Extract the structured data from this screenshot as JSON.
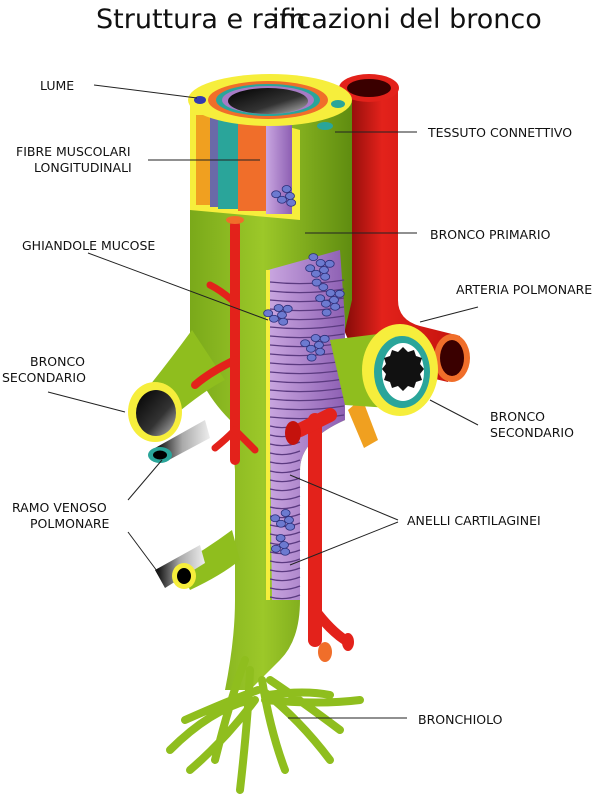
{
  "title_part1": "Struttura e ram",
  "title_part2": "ificazioni del bronco",
  "labels": {
    "lume": "LUME",
    "fibre_1": "FIBRE  MUSCOLARI",
    "fibre_2": "LONGITUDINALI",
    "ghiandole": "GHIANDOLE  MUCOSE",
    "bronco_sec_left_1": "BRONCO",
    "bronco_sec_left_2": "SECONDARIO",
    "ramo_venoso_1": "RAMO VENOSO",
    "ramo_venoso_2": "POLMONARE",
    "tessuto": "TESSUTO CONNETTIVO",
    "bronco_primario": "BRONCO PRIMARIO",
    "arteria": "ARTERIA POLMONARE",
    "bronco_sec_right_1": "BRONCO",
    "bronco_sec_right_2": "SECONDARIO",
    "anelli": "ANELLI CARTILAGINEI",
    "bronchiolo": "BRONCHIOLO"
  },
  "colors": {
    "bronchus_green": "#8fbe1e",
    "bronchus_green_dark": "#5e8a10",
    "artery_red": "#e0201a",
    "artery_red_dark": "#8c0a08",
    "cartilage_purple": "#a77bc6",
    "gland_blue": "#6c7ad0",
    "wall_yellow": "#f6ee3c",
    "muscle_orange": "#f06e2a",
    "muscle_teal": "#2aa59a",
    "vein_gray": "#9a9a9a"
  }
}
